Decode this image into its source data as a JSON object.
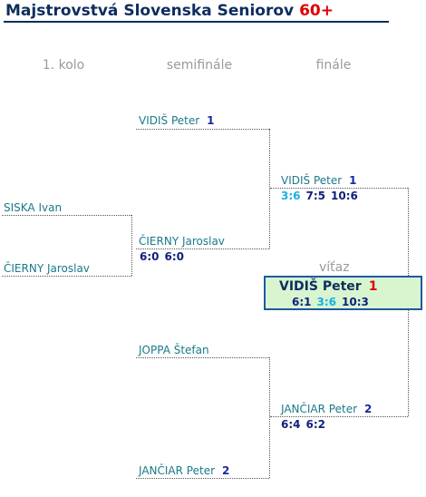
{
  "title": {
    "main": "Majstrovstvá Slovenska Seniorov",
    "accent": "60+"
  },
  "rounds": [
    "1. kolo",
    "semifinále",
    "finále"
  ],
  "round1": [
    {
      "name": "SISKA Ivan"
    },
    {
      "name": "ČIERNY Jaroslav"
    }
  ],
  "semis": [
    {
      "name": "VIDIŠ Peter",
      "seed": "1"
    },
    {
      "name": "ČIERNY Jaroslav",
      "scores": [
        "6:0",
        "6:0"
      ]
    },
    {
      "name": "JOPPA Štefan"
    },
    {
      "name": "JANČIAR Peter",
      "seed": "2"
    }
  ],
  "finals": [
    {
      "name": "VIDIŠ Peter",
      "seed": "1",
      "scores": [
        "3:6",
        "7:5",
        "10:6"
      ]
    },
    {
      "name": "JANČIAR Peter",
      "seed": "2",
      "scores": [
        "6:4",
        "6:2"
      ]
    }
  ],
  "champion": {
    "label": "víťaz",
    "name": "VIDIŠ Peter",
    "seed": "1",
    "scores": [
      "6:1",
      "3:6",
      "10:3"
    ]
  },
  "colors": {
    "title": "#0d2d5e",
    "accent": "#e00000",
    "player": "#1a7a8a",
    "score": "#12207a",
    "highlight_score": "#18b0e0",
    "winner_bg": "#d8f5d0"
  }
}
